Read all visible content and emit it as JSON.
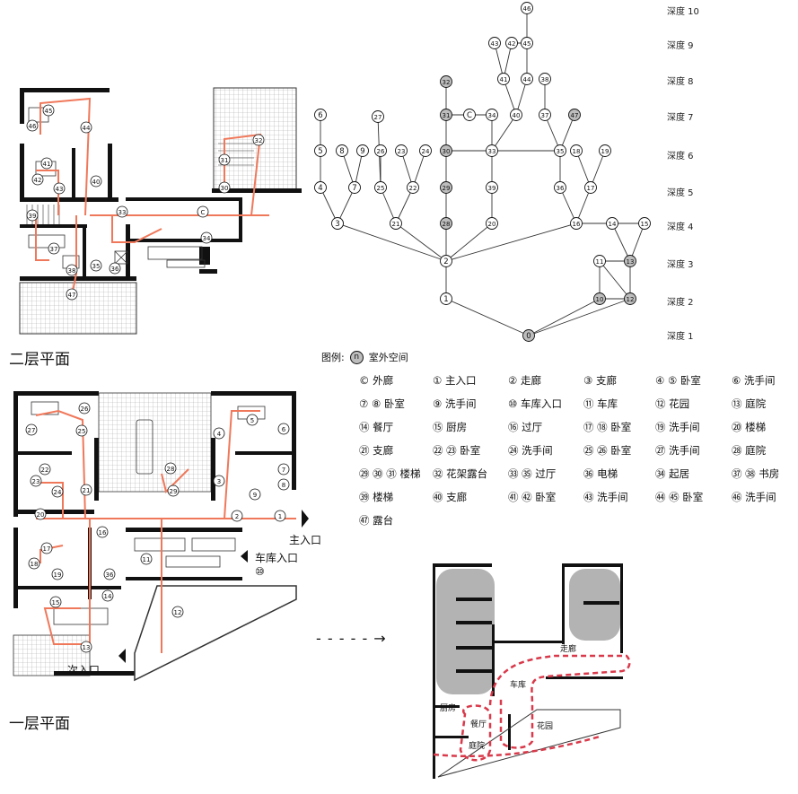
{
  "plans": {
    "upper_title": "二层平面",
    "lower_title": "一层平面",
    "entry_main": "主入口",
    "entry_garage": "车库入口",
    "entry_garage_num": "⑩",
    "entry_secondary": "次入口"
  },
  "graph": {
    "depth_labels": [
      "深度 10",
      "深度 9",
      "深度 8",
      "深度 7",
      "深度 6",
      "深度 5",
      "深度 4",
      "深度 3",
      "深度 2",
      "深度 1"
    ]
  },
  "legend": {
    "header": "图例:",
    "header_symbol": "n",
    "header_text": "室外空间",
    "items": [
      "© 外廊",
      "① 主入口",
      "② 走廊",
      "③ 支廊",
      "④ ⑤ 卧室",
      "⑥ 洗手间",
      "⑦ ⑧ 卧室",
      "⑨ 洗手间",
      "⑩ 车库入口",
      "⑪ 车库",
      "⑫ 花园",
      "⑬ 庭院",
      "⑭ 餐厅",
      "⑮ 厨房",
      "⑯ 过厅",
      "⑰ ⑱ 卧室",
      "⑲ 洗手间",
      "⑳ 楼梯",
      "㉑ 支廊",
      "㉒ ㉓ 卧室",
      "㉔ 洗手间",
      "㉕ ㉖ 卧室",
      "㉗ 洗手间",
      "㉘ 庭院",
      "㉙ ㉚ ㉛ 楼梯",
      "㉜ 花架露台",
      "㉝ ㉟ 过厅",
      "㊱ 电梯",
      "㉞ 起居",
      "㊲ ㊳ 书房",
      "㊴ 楼梯",
      "㊵ 支廊",
      "㊶ ㊷ 卧室",
      "㊸ 洗手间",
      "㊹ ㊺ 卧室",
      "㊻ 洗手间",
      "㊼ 露台"
    ]
  },
  "diagram_small": {
    "labels": [
      "走廊",
      "车库",
      "厨房",
      "餐厅",
      "花园",
      "庭院"
    ]
  },
  "colors": {
    "route": "#f0785a",
    "dash_route": "#d9394a",
    "shade": "#b3b3b3",
    "node_fill": "#bdbdbd",
    "wall": "#111111"
  }
}
